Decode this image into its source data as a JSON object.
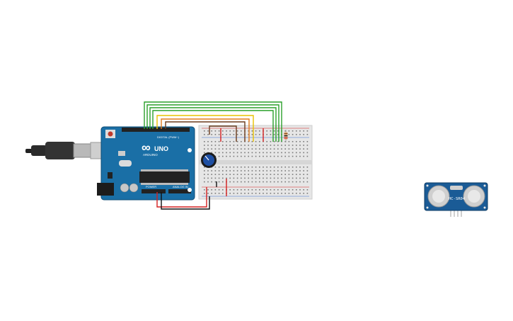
{
  "arduino": {
    "model": "UNO",
    "brand": "ARDUINO",
    "digital_label": "DIGITAL (PWM~)",
    "power_label": "POWER",
    "analog_label": "ANALOG IN",
    "board_color": "#1a6fa6",
    "infinity_symbol": "∞"
  },
  "sensor": {
    "model": "HC-SR04",
    "board_color": "#1a5b96"
  },
  "breadboard": {
    "body_color": "#e6e6e6"
  },
  "wires": {
    "green": "#2aa02a",
    "yellow": "#e8c200",
    "orange": "#e07a1c",
    "brown": "#6b3b1d",
    "red": "#d42020",
    "black": "#111111"
  },
  "components": {
    "potentiometer": "potentiometer-knob",
    "resistor": "resistor",
    "usb_cable": "usb-cable"
  }
}
